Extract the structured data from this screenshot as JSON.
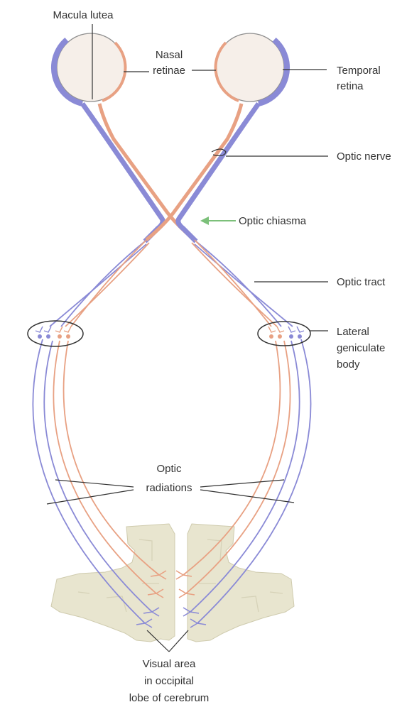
{
  "labels": {
    "macula_lutea": "Macula lutea",
    "nasal_retinae_1": "Nasal",
    "nasal_retinae_2": "retinae",
    "temporal_retina_1": "Temporal",
    "temporal_retina_2": "retina",
    "optic_nerve": "Optic nerve",
    "optic_chiasma": "Optic chiasma",
    "optic_tract": "Optic tract",
    "lgb_1": "Lateral",
    "lgb_2": "geniculate",
    "lgb_3": "body",
    "optic_radiations_1": "Optic",
    "optic_radiations_2": "radiations",
    "visual_area_1": "Visual area",
    "visual_area_2": "in occipital",
    "visual_area_3": "lobe of cerebrum"
  },
  "colors": {
    "temporal_fibres": "#8a8ad6",
    "nasal_fibres": "#e8a183",
    "chiasma_arrow": "#7cc07a",
    "eyeball": "#f6efe9",
    "cortex": "#e8e5cf"
  }
}
